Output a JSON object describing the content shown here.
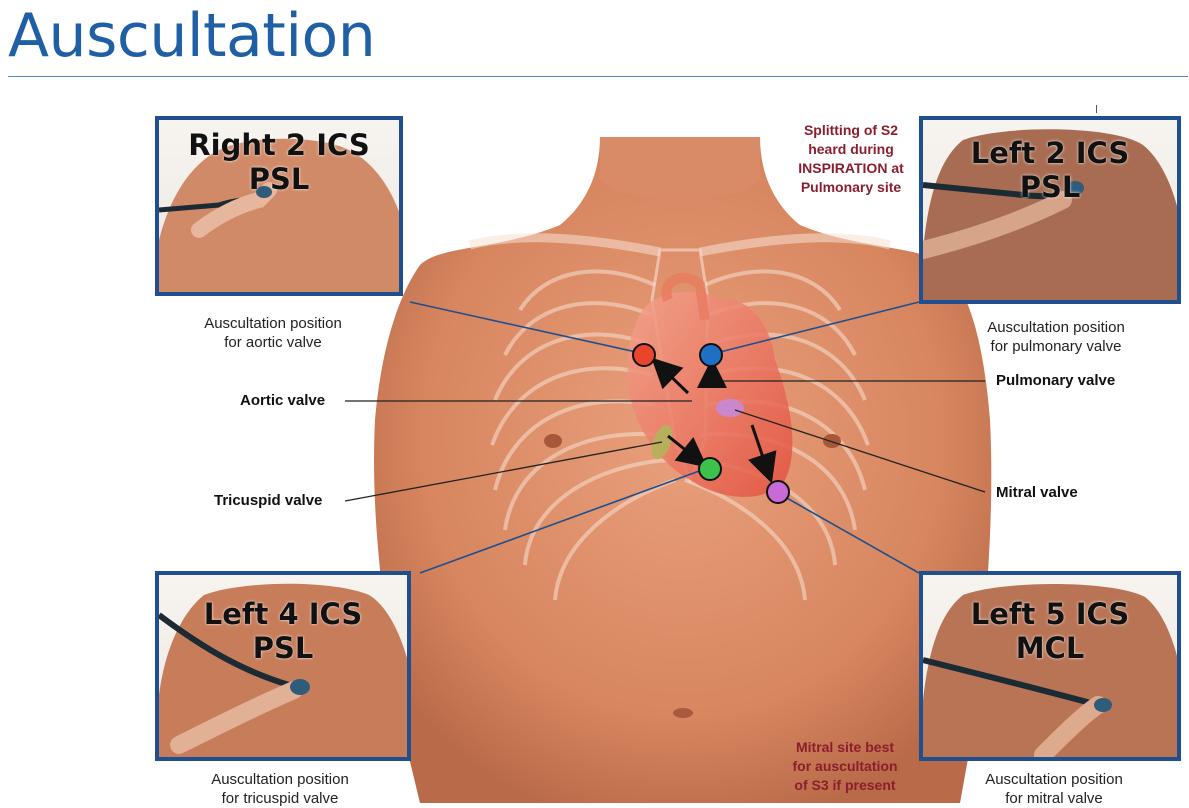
{
  "title": "Auscultation",
  "insets": {
    "aortic": {
      "line1": "Right 2 ICS",
      "line2": "PSL",
      "caption1": "Auscultation position",
      "caption2": "for aortic valve"
    },
    "pulmonary": {
      "line1": "Left 2 ICS",
      "line2": "PSL",
      "caption1": "Auscultation position",
      "caption2": "for pulmonary valve"
    },
    "tricuspid": {
      "line1": "Left 4 ICS",
      "line2": "PSL",
      "caption1": "Auscultation position",
      "caption2": "for tricuspid valve"
    },
    "mitral": {
      "line1": "Left 5 ICS",
      "line2": "MCL",
      "caption1": "Auscultation position",
      "caption2": "for mitral valve"
    }
  },
  "valves": {
    "aortic": "Aortic valve",
    "pulmonary": "Pulmonary valve",
    "tricuspid": "Tricuspid valve",
    "mitral": "Mitral valve"
  },
  "notes": {
    "s2": [
      "Splitting of S2",
      "heard during",
      "INSPIRATION at",
      "Pulmonary site"
    ],
    "s3": [
      "Mitral site best",
      "for auscultation",
      "of S3 if present"
    ]
  },
  "colors": {
    "title": "#1f5fa6",
    "inset_border": "#1f4f8e",
    "note": "#8b1e2e",
    "aortic_marker": "#e8452c",
    "pulmonary_marker": "#1f6fc4",
    "tricuspid_marker": "#3cc24a",
    "mitral_marker": "#c86ad8",
    "skin": "#d98a66"
  }
}
